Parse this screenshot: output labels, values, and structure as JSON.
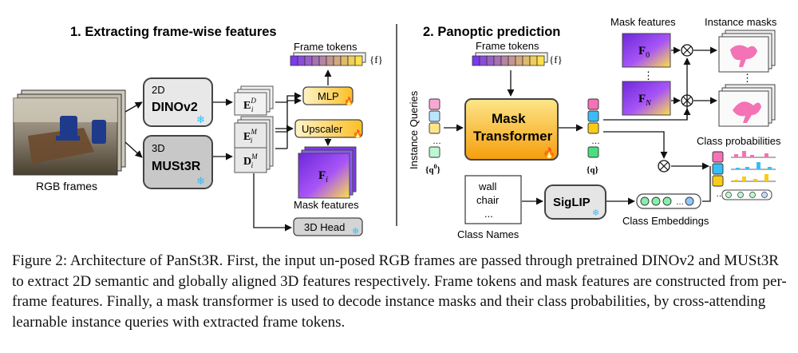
{
  "section1": {
    "title": "1. Extracting frame-wise features",
    "input_label": "RGB frames",
    "dinov2": {
      "tag": "2D",
      "name": "DINOv2"
    },
    "must3r": {
      "tag": "3D",
      "name": "MUSt3R"
    },
    "feat_ed_base": "E",
    "feat_ed_sup": "D",
    "feat_ed_sub": "i",
    "feat_em_base": "E",
    "feat_em_sup": "M",
    "feat_em_sub": "i",
    "feat_dm_base": "D",
    "feat_dm_sup": "M",
    "feat_dm_sub": "i",
    "mlp": "MLP",
    "upscaler": "Upscaler",
    "head3d": "3D Head",
    "frame_tokens_label": "Frame tokens",
    "frame_tokens_symbol": "{f}",
    "mask_features_label": "Mask features",
    "mask_feat_base": "F",
    "mask_feat_sub": "i"
  },
  "section2": {
    "title": "2. Panoptic prediction",
    "frame_tokens_label": "Frame tokens",
    "frame_tokens_symbol": "{f}",
    "instance_queries_label": "Instance Queries",
    "q0_base": "{q",
    "q0_sup": "0",
    "q0_close": "}",
    "mask_transformer_line1": "Mask",
    "mask_transformer_line2": "Transformer",
    "q_label": "{q}",
    "mask_features_label": "Mask features",
    "f0_base": "F",
    "f0_sub": "0",
    "fn_base": "F",
    "fn_sub": "N",
    "instance_masks_label": "Instance masks",
    "class_probs_label": "Class probabilities",
    "class_names_lines": [
      "wall",
      "chair",
      "..."
    ],
    "class_names_label": "Class Names",
    "siglip": "SigLIP",
    "class_embeddings_label": "Class Embeddings",
    "dots": "⋮",
    "ellipsis": "…"
  },
  "colors": {
    "token_purple": "#8b5cf6",
    "token_yellow": "#fde047",
    "box_gray": "#e5e5e5",
    "mlp_fill": "#fde68a",
    "transformer_fill": "#fcd34d",
    "frozen_blue": "#38bdf8",
    "fire": "#f97316",
    "mask_pink": "#f472b6"
  },
  "caption": "Figure 2: Architecture of PanSt3R. First, the input un-posed RGB frames are passed through pretrained DINOv2 and MUSt3R to extract 2D semantic and globally aligned 3D features respectively. Frame tokens and mask features are constructed from per-frame features. Finally, a mask transformer is used to decode instance masks and their class probabilities, by cross-attending learnable instance queries with extracted frame tokens."
}
